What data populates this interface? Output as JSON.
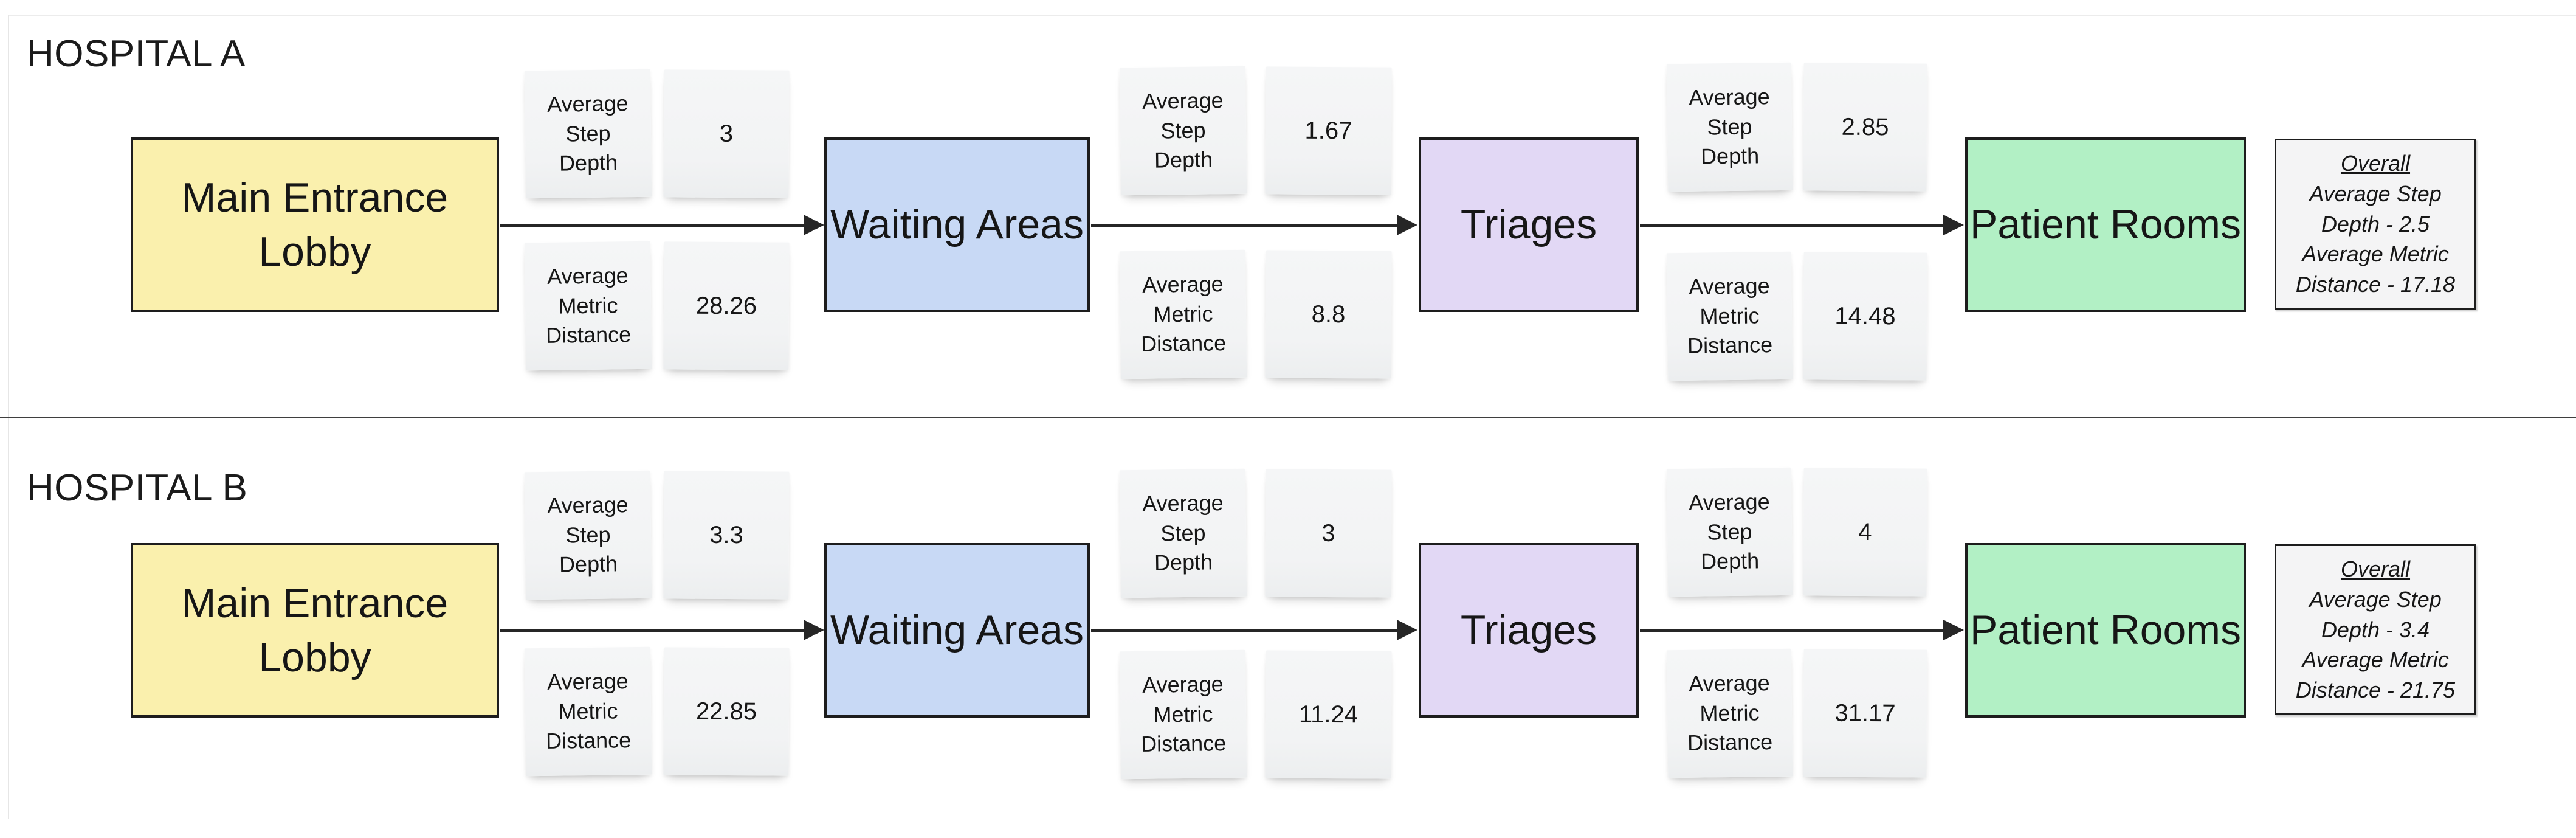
{
  "colors": {
    "lobby_fill": "#FAF0AD",
    "waiting_fill": "#C8D9F5",
    "triages_fill": "#E2D8F5",
    "patient_fill": "#B2F0C5",
    "shape_border": "#1D1D1D",
    "sticky_fill": "#F2F3F4",
    "overall_fill": "#F4F4F5",
    "arrow": "#262626",
    "divider": "#3F3F3F",
    "text": "#161616"
  },
  "hospitals": [
    {
      "title": "HOSPITAL A",
      "stages": [
        {
          "label": "Main Entrance Lobby"
        },
        {
          "label": "Waiting Areas"
        },
        {
          "label": "Triages"
        },
        {
          "label": "Patient Rooms"
        }
      ],
      "transitions": [
        {
          "step_depth_label": "Average Step Depth",
          "step_depth_value": "3",
          "metric_distance_label": "Average Metric Distance",
          "metric_distance_value": "28.26"
        },
        {
          "step_depth_label": "Average Step Depth",
          "step_depth_value": "1.67",
          "metric_distance_label": "Average Metric Distance",
          "metric_distance_value": "8.8"
        },
        {
          "step_depth_label": "Average Step Depth",
          "step_depth_value": "2.85",
          "metric_distance_label": "Average Metric Distance",
          "metric_distance_value": "14.48"
        }
      ],
      "overall": {
        "heading": "Overall",
        "step_depth_line": "Average Step Depth - 2.5",
        "metric_distance_line": "Average Metric Distance - 17.18"
      }
    },
    {
      "title": "HOSPITAL B",
      "stages": [
        {
          "label": "Main Entrance Lobby"
        },
        {
          "label": "Waiting Areas"
        },
        {
          "label": "Triages"
        },
        {
          "label": "Patient Rooms"
        }
      ],
      "transitions": [
        {
          "step_depth_label": "Average Step Depth",
          "step_depth_value": "3.3",
          "metric_distance_label": "Average Metric Distance",
          "metric_distance_value": "22.85"
        },
        {
          "step_depth_label": "Average Step Depth",
          "step_depth_value": "3",
          "metric_distance_label": "Average Metric Distance",
          "metric_distance_value": "11.24"
        },
        {
          "step_depth_label": "Average Step Depth",
          "step_depth_value": "4",
          "metric_distance_label": "Average Metric Distance",
          "metric_distance_value": "31.17"
        }
      ],
      "overall": {
        "heading": "Overall",
        "step_depth_line": "Average Step Depth - 3.4",
        "metric_distance_line": "Average Metric Distance - 21.75"
      }
    }
  ]
}
